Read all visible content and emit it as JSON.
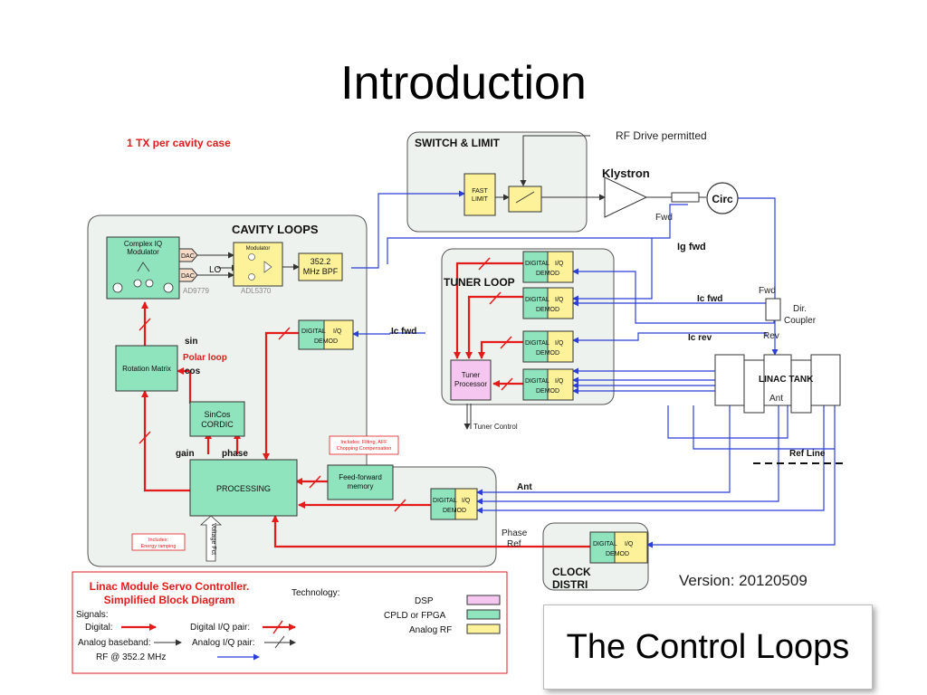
{
  "slide": {
    "title": "Introduction",
    "caption": "The Control Loops",
    "version": "Version: 20120509"
  },
  "diagram": {
    "case_label": "1 TX per cavity case",
    "switch_limit": {
      "title": "SWITCH & LIMIT",
      "fast_limit": [
        "FAST",
        "LIMIT"
      ]
    },
    "rf_drive_permitted": "RF Drive permitted",
    "klystron": "Klystron",
    "circ": "Circ",
    "fwd_klystron": "Fwd",
    "ig_fwd": "Ig fwd",
    "cavity_loops": "CAVITY LOOPS",
    "complex_iq_modulator": [
      "Complex IQ",
      "Modulator"
    ],
    "dac": "DAC",
    "dac2": "DAC",
    "ad9779": "AD9779",
    "modulator": "Modulator",
    "lo": "LO",
    "adl5370": "ADL5370",
    "bpf": [
      "352.2",
      "MHz BPF"
    ],
    "tuner_loop": "TUNER LOOP",
    "digital_iq": "DIGITAL",
    "iq_label": "I/Q",
    "demod": "DEMOD",
    "tuner_processor": [
      "Tuner",
      "Processor"
    ],
    "tuner_control": "Tuner Control",
    "ic_fwd_right": "Ic fwd",
    "ic_rev": "Ic rev",
    "fwd_coupler": "Fwd",
    "dir_coupler": [
      "Dir.",
      "Coupler"
    ],
    "rev": "Rev",
    "linac_tank": "LINAC TANK",
    "ant_tank": "Ant",
    "ic_fwd_left": "Ic fwd",
    "sin": "sin",
    "polar_loop": "Polar loop",
    "cos": "cos",
    "rotation_matrix": "Rotation Matrix",
    "sincos_cordic": [
      "SinCos",
      "CORDIC"
    ],
    "gain": "gain",
    "phase": "phase",
    "processing": "PROCESSING",
    "includes_filtering": [
      "Includes: Filting, AFF",
      "Chopping Compensation"
    ],
    "feed_forward": [
      "Feed-forward",
      "memory"
    ],
    "ant_label": "Ant",
    "ref_line": "Ref Line",
    "includes_energy": [
      "Includes:",
      "Energy ramping"
    ],
    "voltage_fct": "Voltage Fct",
    "phase_ref": [
      "Phase",
      "Ref"
    ],
    "clock_distri": [
      "CLOCK",
      "DISTRI"
    ],
    "legend": {
      "title": [
        "Linac Module Servo Controller.",
        "Simplified Block Diagram"
      ],
      "signals": "Signals:",
      "digital": "Digital:",
      "digital_iq_pair": "Digital I/Q pair:",
      "analog_baseband": "Analog baseband:",
      "analog_iq_pair": "Analog I/Q pair:",
      "rf": "RF @ 352.2 MHz",
      "technology": "Technology:",
      "dsp": "DSP",
      "cpld": "CPLD or FPGA",
      "analog_rf": "Analog RF"
    },
    "colors": {
      "green": "#8fe3bd",
      "yellow": "#fdf29a",
      "pink": "#f4c6f0",
      "digital": "#e31b1b",
      "rf": "#2b3fd6",
      "region": "#eef2ee"
    }
  }
}
